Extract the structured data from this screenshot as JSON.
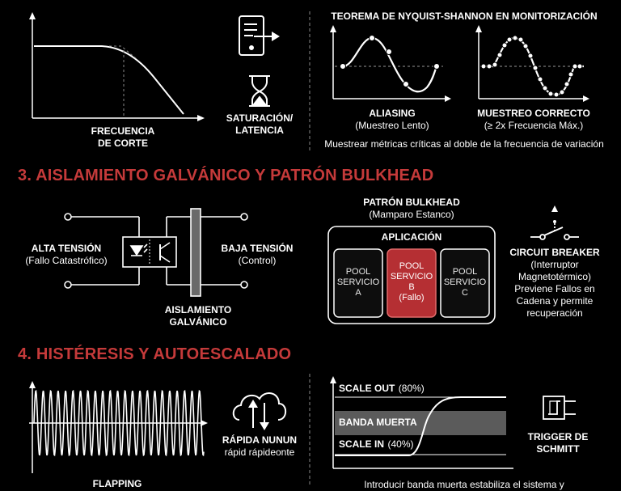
{
  "colors": {
    "accent": "#c53a3a",
    "background": "#000000",
    "foreground": "#ffffff",
    "highlight": "#b52f33",
    "band": "#5b5b5b"
  },
  "top_left": {
    "cutoff_label": [
      "FRECUENCIA",
      "DE CORTE"
    ],
    "saturation_label": [
      "SATURACIÓN/",
      "LATENCIA"
    ],
    "icons": [
      "server-export-icon",
      "hourglass-icon"
    ]
  },
  "nyquist": {
    "title": "TEOREMA DE NYQUIST-SHANNON EN MONITORIZACIÓN",
    "aliasing": {
      "title": "ALIASING",
      "subtitle": "(Muestreo Lento)"
    },
    "correct": {
      "title": "MUESTREO CORRECTO",
      "subtitle": "(≥ 2x Frecuencia Máx.)"
    },
    "caption": "Muestrear métricas críticas al doble de la frecuencia de variación"
  },
  "section3": {
    "title": "3. AISLAMIENTO GALVÁNICO Y PATRÓN BULKHEAD",
    "high_voltage": {
      "title": "ALTA TENSIÓN",
      "subtitle": "(Fallo Catastrófico)"
    },
    "low_voltage": {
      "title": "BAJA TENSIÓN",
      "subtitle": "(Control)"
    },
    "isolation": [
      "AISLAMIENTO",
      "GALVÁNICO"
    ],
    "bulkhead": {
      "title": "PATRÓN BULKHEAD",
      "subtitle": "(Mamparo Estanco)",
      "app_label": "APLICACIÓN",
      "pools": [
        {
          "lines": [
            "POOL",
            "SERVICIO",
            "A"
          ],
          "failed": false
        },
        {
          "lines": [
            "POOL",
            "SERVICIO",
            "B",
            "(Fallo)"
          ],
          "failed": true
        },
        {
          "lines": [
            "POOL",
            "SERVICIO",
            "C"
          ],
          "failed": false
        }
      ]
    },
    "breaker": {
      "title": "CIRCUIT BREAKER",
      "subtitle": [
        "(Interruptor",
        "Magnetotérmico)"
      ],
      "note": [
        "Previene Fallos en",
        "Cadena y permite",
        "recuperación"
      ]
    }
  },
  "section4": {
    "title": "4. HISTÉRESIS Y AUTOESCALADO",
    "flapping_label": "FLAPPING",
    "cloud": {
      "title": "RÁPIDA NUNUN",
      "subtitle": "rápid rápideonte"
    },
    "scale_out": {
      "label": "SCALE OUT",
      "value": "(80%)"
    },
    "dead_band": "BANDA MUERTA",
    "scale_in": {
      "label": "SCALE IN",
      "value": "(40%)"
    },
    "schmitt": [
      "TRIGGER DE",
      "SCHMITT"
    ],
    "caption": "Introducir banda muerta estabiliza el sistema y"
  }
}
